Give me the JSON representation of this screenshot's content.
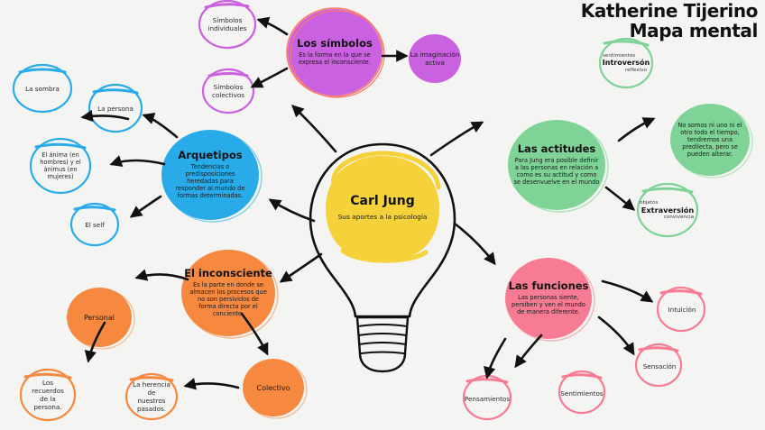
{
  "title": {
    "line1": "Katherine Tijerino",
    "line2": "Mapa mental"
  },
  "colors": {
    "background": "#F4F4F2",
    "yellow": "#F5D239",
    "purple": "#C961E0",
    "coral": "#F9796A",
    "blue": "#29ABE9",
    "orange": "#F6893F",
    "green": "#7FD396",
    "pink": "#F77C93",
    "ink": "#111111"
  },
  "center": {
    "name": "Carl Jung",
    "subtitle": "Sus aportes a la psicología",
    "icon": "lightbulb-icon"
  },
  "branches": [
    {
      "id": "simbolos",
      "color": "#C961E0",
      "heading": "Los símbolos",
      "body": "Es la forma en la que se expresa el inconsciente.",
      "children": [
        {
          "id": "simbolos-individuales",
          "label": "Símbolos individuales",
          "style": "outline"
        },
        {
          "id": "simbolos-colectivos",
          "label": "Símbolos colectivos",
          "style": "outline"
        },
        {
          "id": "imaginacion-activa",
          "label": "La imaginación activa",
          "style": "solid"
        }
      ]
    },
    {
      "id": "arquetipos",
      "color": "#29ABE9",
      "heading": "Arquetipos",
      "body": "Tendencias o predisposiciones heredadas para responder al mundo de formas determinadas.",
      "children": [
        {
          "id": "la-sombra",
          "label": "La sombra",
          "style": "outline"
        },
        {
          "id": "la-persona",
          "label": "La persona",
          "style": "outline"
        },
        {
          "id": "anima-animus",
          "label": "El ánima (en hombres) y el ánimus (en mujeres)",
          "style": "outline"
        },
        {
          "id": "el-self",
          "label": "El self",
          "style": "outline"
        }
      ]
    },
    {
      "id": "inconsciente",
      "color": "#F6893F",
      "heading": "El inconsciente",
      "body": "Es la parte en donde se almacen los procesos que no son persividos de forma directa por el conciente.",
      "children": [
        {
          "id": "personal",
          "label": "Personal",
          "style": "solid"
        },
        {
          "id": "colectivo",
          "label": "Colectivo",
          "style": "solid"
        },
        {
          "id": "recuerdos",
          "label": "Los recuerdos de la persona.",
          "style": "outline"
        },
        {
          "id": "herencia",
          "label": "La herencia de nuestros pasados.",
          "style": "outline"
        }
      ]
    },
    {
      "id": "actitudes",
      "color": "#7FD396",
      "heading": "Las actitudes",
      "body": "Para Jung era posible definir a las personas en relación a como es su actitud y como se desenvuelve en el mundo",
      "children": [
        {
          "id": "introversion",
          "label": "Introversón",
          "style": "outline",
          "attr_top": "sentimientos",
          "attr_bottom": "reflexivo"
        },
        {
          "id": "extraversion",
          "label": "Extraversión",
          "style": "outline",
          "attr_top": "objetos",
          "attr_bottom": "convivencia"
        },
        {
          "id": "no-somos",
          "label": "No somos ni uno ni el otro todo el tiempo, tendremos una predilecta, pero se pueden alterar.",
          "style": "solid"
        }
      ]
    },
    {
      "id": "funciones",
      "color": "#F77C93",
      "heading": "Las funciones",
      "body": "Las personas siente, persiben y ven el mundo de manera diferente.",
      "children": [
        {
          "id": "intuicion",
          "label": "Intuición",
          "style": "outline"
        },
        {
          "id": "sensacion",
          "label": "Sensación",
          "style": "outline"
        },
        {
          "id": "sentimientos",
          "label": "Sentimientos",
          "style": "outline"
        },
        {
          "id": "pensamientos",
          "label": "Pensamientos",
          "style": "outline"
        }
      ]
    }
  ]
}
